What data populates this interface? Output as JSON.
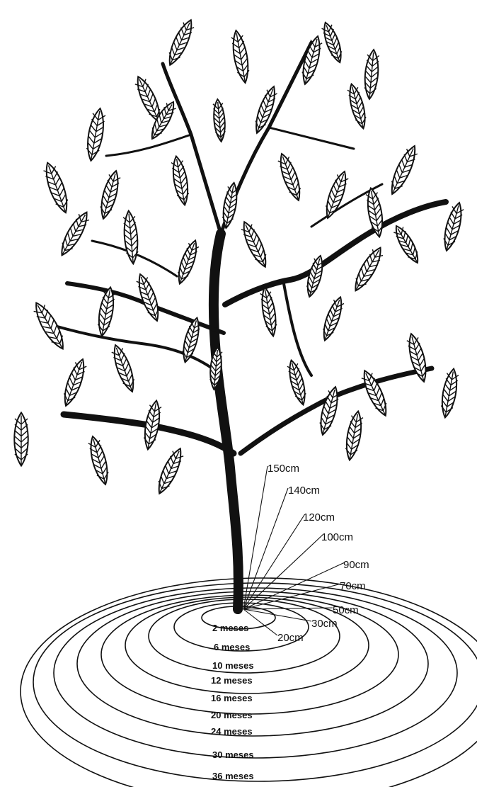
{
  "diagram": {
    "radius_labels": [
      "150cm",
      "140cm",
      "120cm",
      "100cm",
      "90cm",
      "70cm",
      "50cm",
      "30cm",
      "20cm"
    ],
    "age_labels": [
      "2 meses",
      "6 meses",
      "10 meses",
      "12 meses",
      "16 meses",
      "20 meses",
      "24 meses",
      "30 meses",
      "36 meses"
    ]
  }
}
